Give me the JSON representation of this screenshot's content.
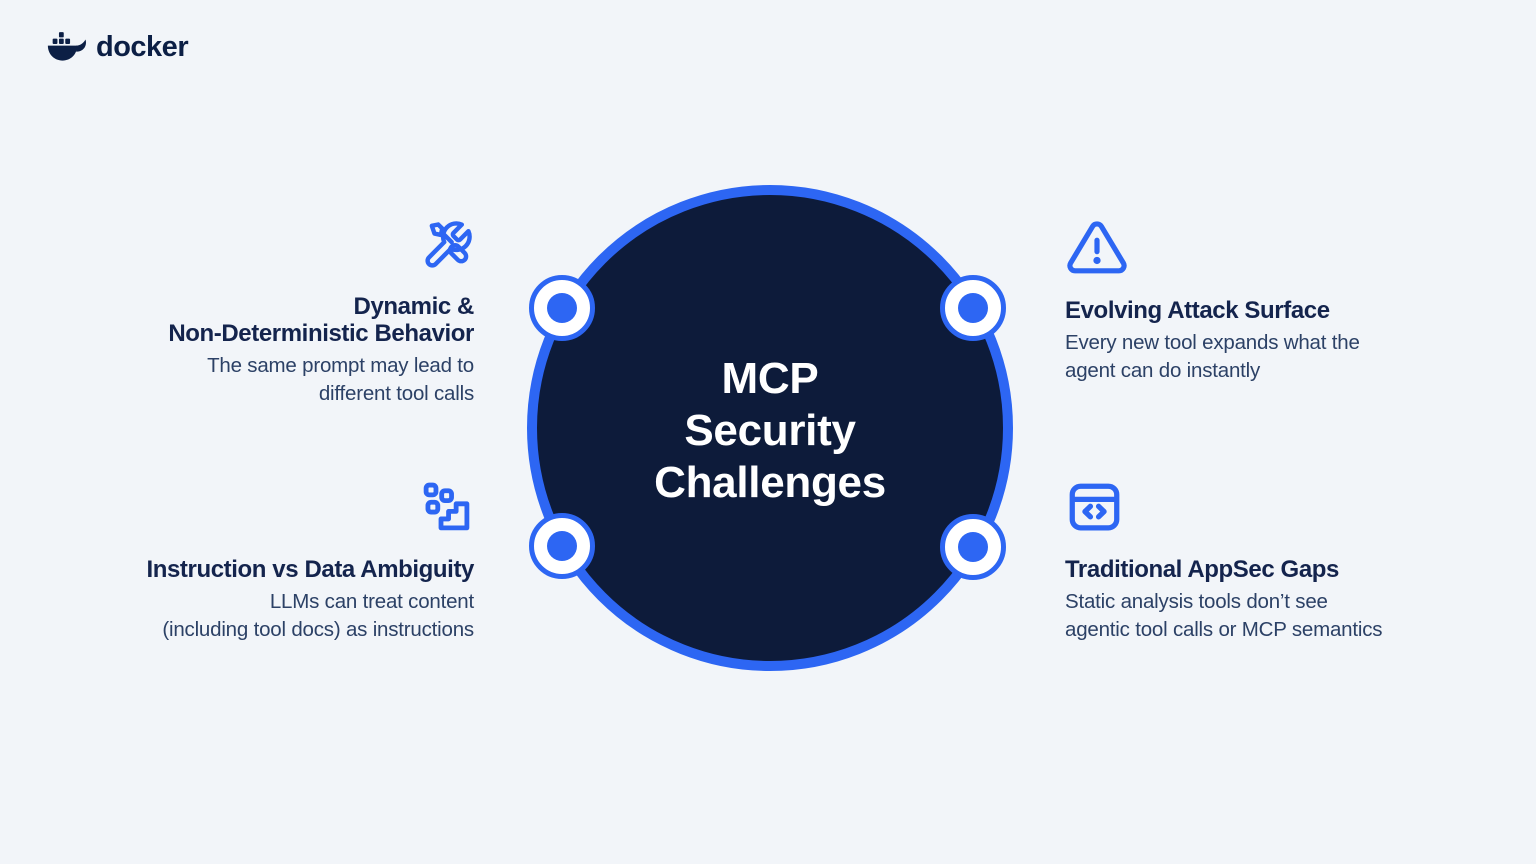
{
  "brand": {
    "name": "docker",
    "logo_icon": "docker-whale-icon"
  },
  "hub": {
    "title_lines": [
      "MCP",
      "Security",
      "Challenges"
    ]
  },
  "items": [
    {
      "id": "dynamic-behavior",
      "position": "top-left",
      "icon": "tools-icon",
      "title_lines": [
        "Dynamic &",
        "Non-Deterministic Behavior"
      ],
      "description_lines": [
        "The same prompt may lead to",
        "different tool calls"
      ]
    },
    {
      "id": "instruction-data-ambiguity",
      "position": "bottom-left",
      "icon": "pixel-steps-icon",
      "title_lines": [
        "Instruction vs Data Ambiguity"
      ],
      "description_lines": [
        "LLMs can treat content",
        "(including tool docs) as instructions"
      ]
    },
    {
      "id": "evolving-attack-surface",
      "position": "top-right",
      "icon": "warning-triangle-icon",
      "title_lines": [
        "Evolving Attack Surface"
      ],
      "description_lines": [
        "Every new tool expands what the",
        "agent can do instantly"
      ]
    },
    {
      "id": "traditional-appsec-gaps",
      "position": "bottom-right",
      "icon": "browser-code-icon",
      "title_lines": [
        "Traditional AppSec Gaps"
      ],
      "description_lines": [
        "Static analysis tools don’t see",
        "agentic tool calls or MCP semantics"
      ]
    }
  ],
  "colors": {
    "background": "#f2f5f9",
    "accent_blue": "#2d66f3",
    "hub_fill": "#0d1b3a",
    "hub_ring": "#2d66f3",
    "hub_text": "#ffffff",
    "heading_text": "#14244d",
    "body_text": "#2c4166",
    "logo_navy": "#0c1f45",
    "node_fill": "#ffffff"
  }
}
